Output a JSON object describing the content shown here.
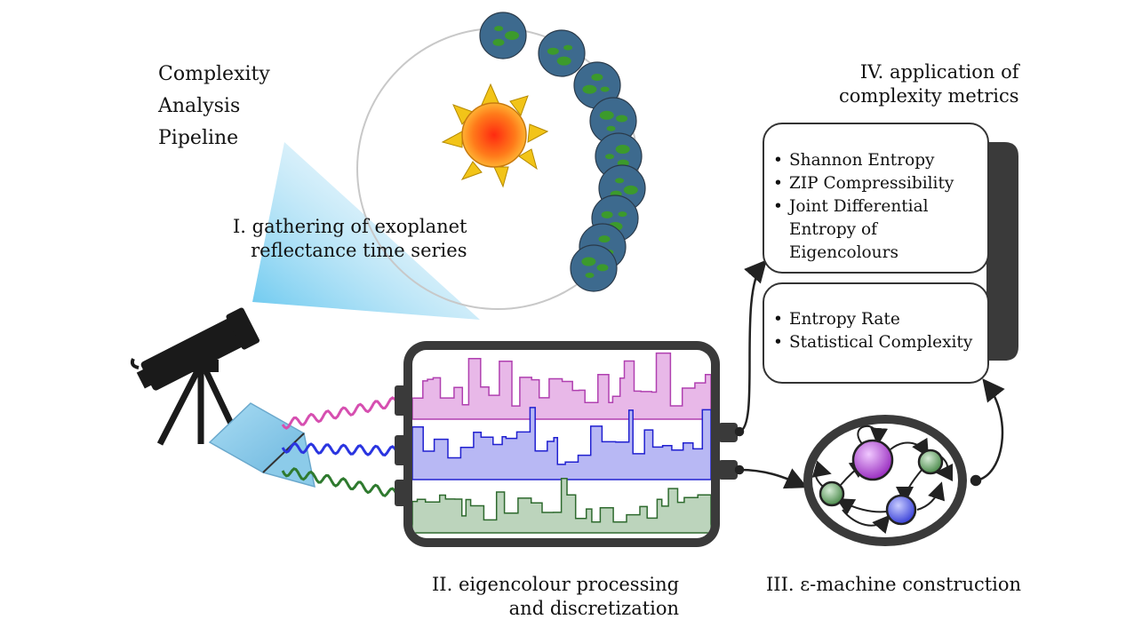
{
  "title_lines": [
    "Complexity",
    "Analysis",
    "Pipeline"
  ],
  "stage1": {
    "lines": [
      "I. gathering of exoplanet",
      "reflectance time series"
    ]
  },
  "stage2": {
    "lines": [
      "II. eigencolour processing",
      "and discretization"
    ]
  },
  "stage3": {
    "label": "III. ε-machine construction"
  },
  "stage4": {
    "lines": [
      "IV.  application of",
      "complexity metrics"
    ]
  },
  "metrics_box_1": [
    "Shannon Entropy",
    "ZIP Compressibility",
    "Joint Differential",
    "Entropy of Eigencolours"
  ],
  "metrics_box_2": [
    "Entropy Rate",
    "Statistical Complexity"
  ],
  "colors": {
    "magenta_series": "#c05cc0",
    "blue_series": "#3a3ad0",
    "green_series": "#3f7a3f",
    "frame": "#3a3a3a",
    "sun_core": "#f04a1a",
    "sun_rays": "#f2c418",
    "planet_ocean": "#3d6a8e",
    "planet_land": "#3c9a2c",
    "beam": "#8fd3f0",
    "node_purple": "#b24fd0",
    "node_blue": "#5560e8",
    "node_green": "#5c9a5c"
  },
  "icons": [
    "telescope-icon",
    "prism-icon",
    "sun-icon",
    "planet-icon",
    "epsilon-machine-icon"
  ]
}
